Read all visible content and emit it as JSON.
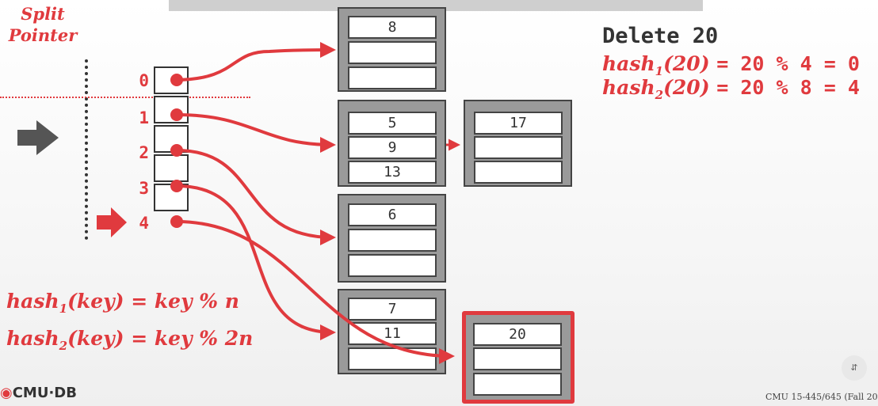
{
  "split_pointer": {
    "line1": "Split",
    "line2": "Pointer"
  },
  "directory": {
    "indices": [
      "0",
      "1",
      "2",
      "3",
      "4"
    ]
  },
  "buckets": [
    {
      "slots": [
        "8",
        "",
        ""
      ]
    },
    {
      "slots": [
        "5",
        "9",
        "13"
      ]
    },
    {
      "slots": [
        "17",
        "",
        ""
      ]
    },
    {
      "slots": [
        "6",
        "",
        ""
      ]
    },
    {
      "slots": [
        "7",
        "11",
        ""
      ]
    },
    {
      "slots": [
        "20",
        "",
        ""
      ]
    }
  ],
  "operation": {
    "title": "Delete 20",
    "hash1": {
      "fn": "hash",
      "sub": "1",
      "arg": "(20)",
      "expr": "= 20 % 4 = 0"
    },
    "hash2": {
      "fn": "hash",
      "sub": "2",
      "arg": "(20)",
      "expr": "= 20 % 8 = 4"
    }
  },
  "formulas": {
    "f1": {
      "fn": "hash",
      "sub": "1",
      "rest": "(key) = key % n"
    },
    "f2": {
      "fn": "hash",
      "sub": "2",
      "rest": "(key) = key % 2n"
    }
  },
  "footer": {
    "logo": "CMU·DB",
    "course": "CMU 15-445/645 (Fall 20"
  },
  "colors": {
    "accent": "#e03a3e",
    "dark": "#333333",
    "bucket_bg": "#9a9a9a"
  },
  "icons": {
    "current_split_arrow": "arrow-right-icon",
    "new_slot_arrow": "arrow-right-icon",
    "logo_mark": "cmu-db-logo-icon"
  }
}
